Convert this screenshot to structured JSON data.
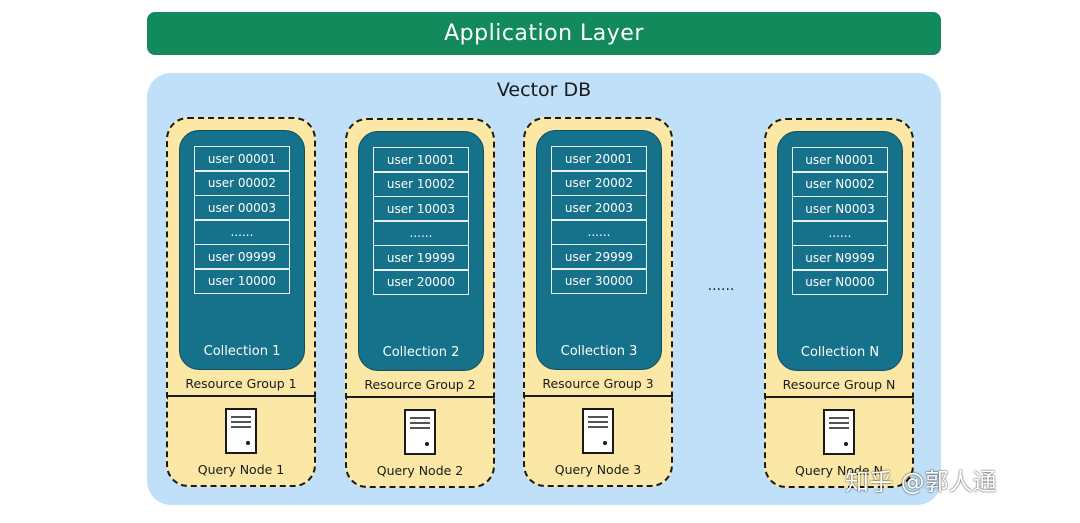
{
  "application_layer": {
    "label": "Application Layer",
    "color": "#138a5c"
  },
  "vector_db": {
    "title": "Vector DB",
    "color": "#bfe0f8"
  },
  "groups": [
    {
      "rows": [
        "user 00001",
        "user 00002",
        "user 00003",
        "......",
        "user 09999",
        "user 10000"
      ],
      "collection": "Collection 1",
      "resource_group": "Resource Group 1",
      "query_node": "Query Node 1"
    },
    {
      "rows": [
        "user 10001",
        "user 10002",
        "user 10003",
        "......",
        "user 19999",
        "user 20000"
      ],
      "collection": "Collection 2",
      "resource_group": "Resource Group 2",
      "query_node": "Query Node 2"
    },
    {
      "rows": [
        "user 20001",
        "user 20002",
        "user 20003",
        "......",
        "user 29999",
        "user 30000"
      ],
      "collection": "Collection 3",
      "resource_group": "Resource Group 3",
      "query_node": "Query Node 3"
    },
    {
      "rows": [
        "user N0001",
        "user N0002",
        "user N0003",
        "......",
        "user N9999",
        "user N0000"
      ],
      "collection": "Collection N",
      "resource_group": "Resource Group N",
      "query_node": "Query Node N"
    }
  ],
  "between_ellipsis": "......",
  "watermark": "知乎 @郭人通",
  "icons": {
    "server": "server-icon"
  },
  "colors": {
    "collection": "#16718a",
    "resource_group": "#fbe7a6",
    "border": "#1a1a1a"
  }
}
